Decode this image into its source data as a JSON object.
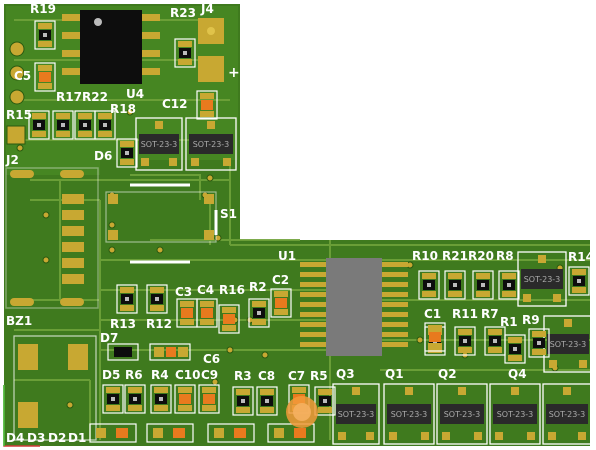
{
  "board": {
    "colors": {
      "substrate": "#3f7a1e",
      "substrate_light": "#4d8f26",
      "trace": "#6fa23a",
      "pad": "#c8a832",
      "pad_light": "#e0c34a",
      "silk": "#ffffff",
      "chip": "#0d0d0d",
      "chip_gray": "#7a7a7a",
      "cap_orange": "#e87a1e",
      "highlight": "#f29a3a",
      "corner_marker": "#d03a3a"
    },
    "labels": {
      "R19": "R19",
      "R23": "R23",
      "J4": "J4",
      "C5": "C5",
      "R17": "R17",
      "R22": "R22",
      "U4": "U4",
      "R18": "R18",
      "C12": "C12",
      "R15": "R15",
      "D6": "D6",
      "J2": "J2",
      "S1": "S1",
      "U1": "U1",
      "C2": "C2",
      "R10": "R10",
      "R21": "R21",
      "R20": "R20",
      "R8": "R8",
      "R14": "R14",
      "C3": "C3",
      "C4": "C4",
      "R16": "R16",
      "R2": "R2",
      "C1": "C1",
      "R11": "R11",
      "R7": "R7",
      "R1": "R1",
      "R9": "R9",
      "BZ1": "BZ1",
      "R13": "R13",
      "R12": "R12",
      "D7": "D7",
      "C6": "C6",
      "D5": "D5",
      "R6": "R6",
      "R4": "R4",
      "C10": "C10",
      "C9": "C9",
      "R3": "R3",
      "C8": "C8",
      "C7": "C7",
      "R5": "R5",
      "Q3": "Q3",
      "Q1": "Q1",
      "Q2": "Q2",
      "Q4": "Q4",
      "D4": "D4",
      "D3": "D3",
      "D2": "D2",
      "D1": "D1",
      "plus": "+"
    },
    "sot_label": "SOT-23-3"
  }
}
